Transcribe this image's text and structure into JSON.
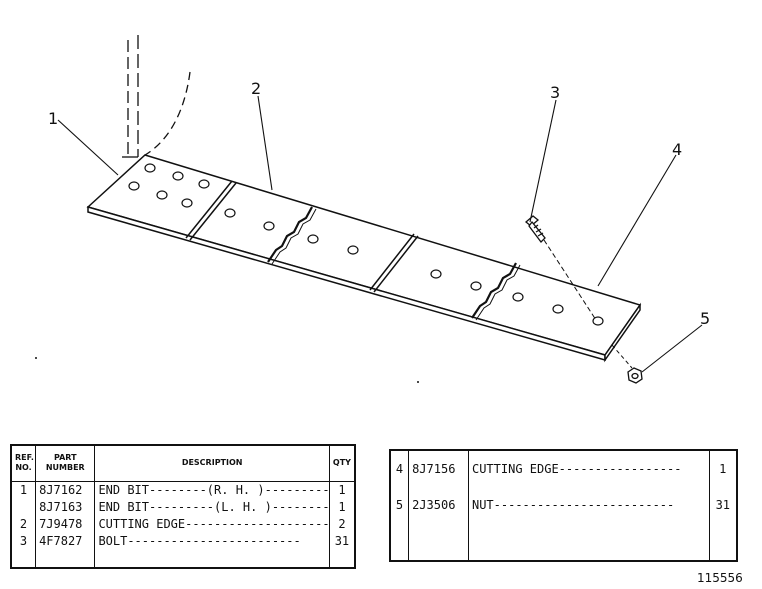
{
  "callouts": [
    "1",
    "2",
    "3",
    "4",
    "5"
  ],
  "table_headers": {
    "ref_no": "REF. NO.",
    "part_number": "PART NUMBER",
    "description": "DESCRIPTION",
    "qty": "QTY"
  },
  "parts_left": [
    {
      "ref": "1",
      "part": "8J7162",
      "desc": "END BIT--------(R. H. )-----------",
      "qty": "1"
    },
    {
      "ref": "",
      "part": "8J7163",
      "desc": "END BIT---------(L. H. )----------",
      "qty": "1"
    },
    {
      "ref": "2",
      "part": "7J9478",
      "desc": "CUTTING EDGE--------------------",
      "qty": "2"
    },
    {
      "ref": "3",
      "part": "4F7827",
      "desc": "BOLT------------------------",
      "qty": "31"
    }
  ],
  "parts_right": [
    {
      "ref": "4",
      "part": "8J7156",
      "desc": "CUTTING EDGE-----------------",
      "qty": "1"
    },
    {
      "ref": "5",
      "part": "2J3506",
      "desc": "NUT-------------------------",
      "qty": "31"
    }
  ],
  "figure_number": "115556"
}
